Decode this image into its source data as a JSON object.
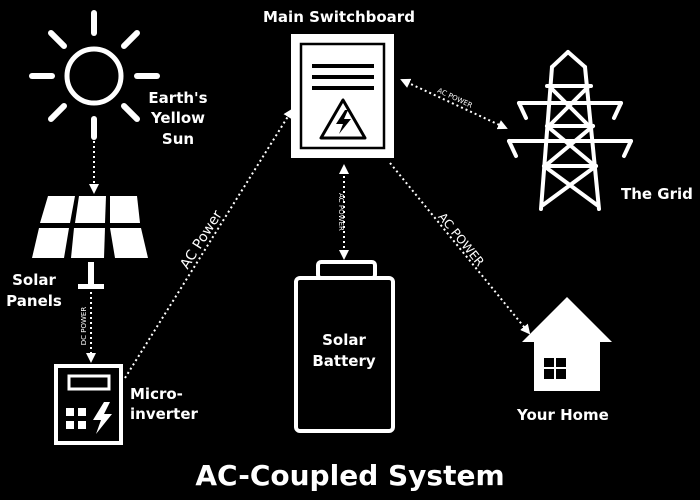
{
  "title": "AC-Coupled System",
  "colors": {
    "background": "#000000",
    "foreground": "#ffffff"
  },
  "nodes": {
    "sun": {
      "label": "Earth's Yellow Sun",
      "icon": "sun-icon"
    },
    "solar_panels": {
      "label": "Solar Panels",
      "icon": "solar-panel-icon"
    },
    "microinverter": {
      "label": "Micro-inverter",
      "icon": "microinverter-icon"
    },
    "switchboard": {
      "label": "Main Switchboard",
      "icon": "switchboard-icon"
    },
    "battery": {
      "label": "Solar Battery",
      "icon": "battery-icon"
    },
    "grid": {
      "label": "The Grid",
      "icon": "transmission-tower-icon"
    },
    "home": {
      "label": "Your Home",
      "icon": "house-icon"
    }
  },
  "connections": [
    {
      "from": "sun",
      "to": "solar_panels",
      "label": ""
    },
    {
      "from": "solar_panels",
      "to": "microinverter",
      "label": "DC POWER"
    },
    {
      "from": "microinverter",
      "to": "switchboard",
      "label": "AC Power"
    },
    {
      "from": "switchboard",
      "to": "battery",
      "label": "AC POWER"
    },
    {
      "from": "switchboard",
      "to": "grid",
      "label": "AC POWER"
    },
    {
      "from": "switchboard",
      "to": "home",
      "label": "AC POWER"
    }
  ]
}
